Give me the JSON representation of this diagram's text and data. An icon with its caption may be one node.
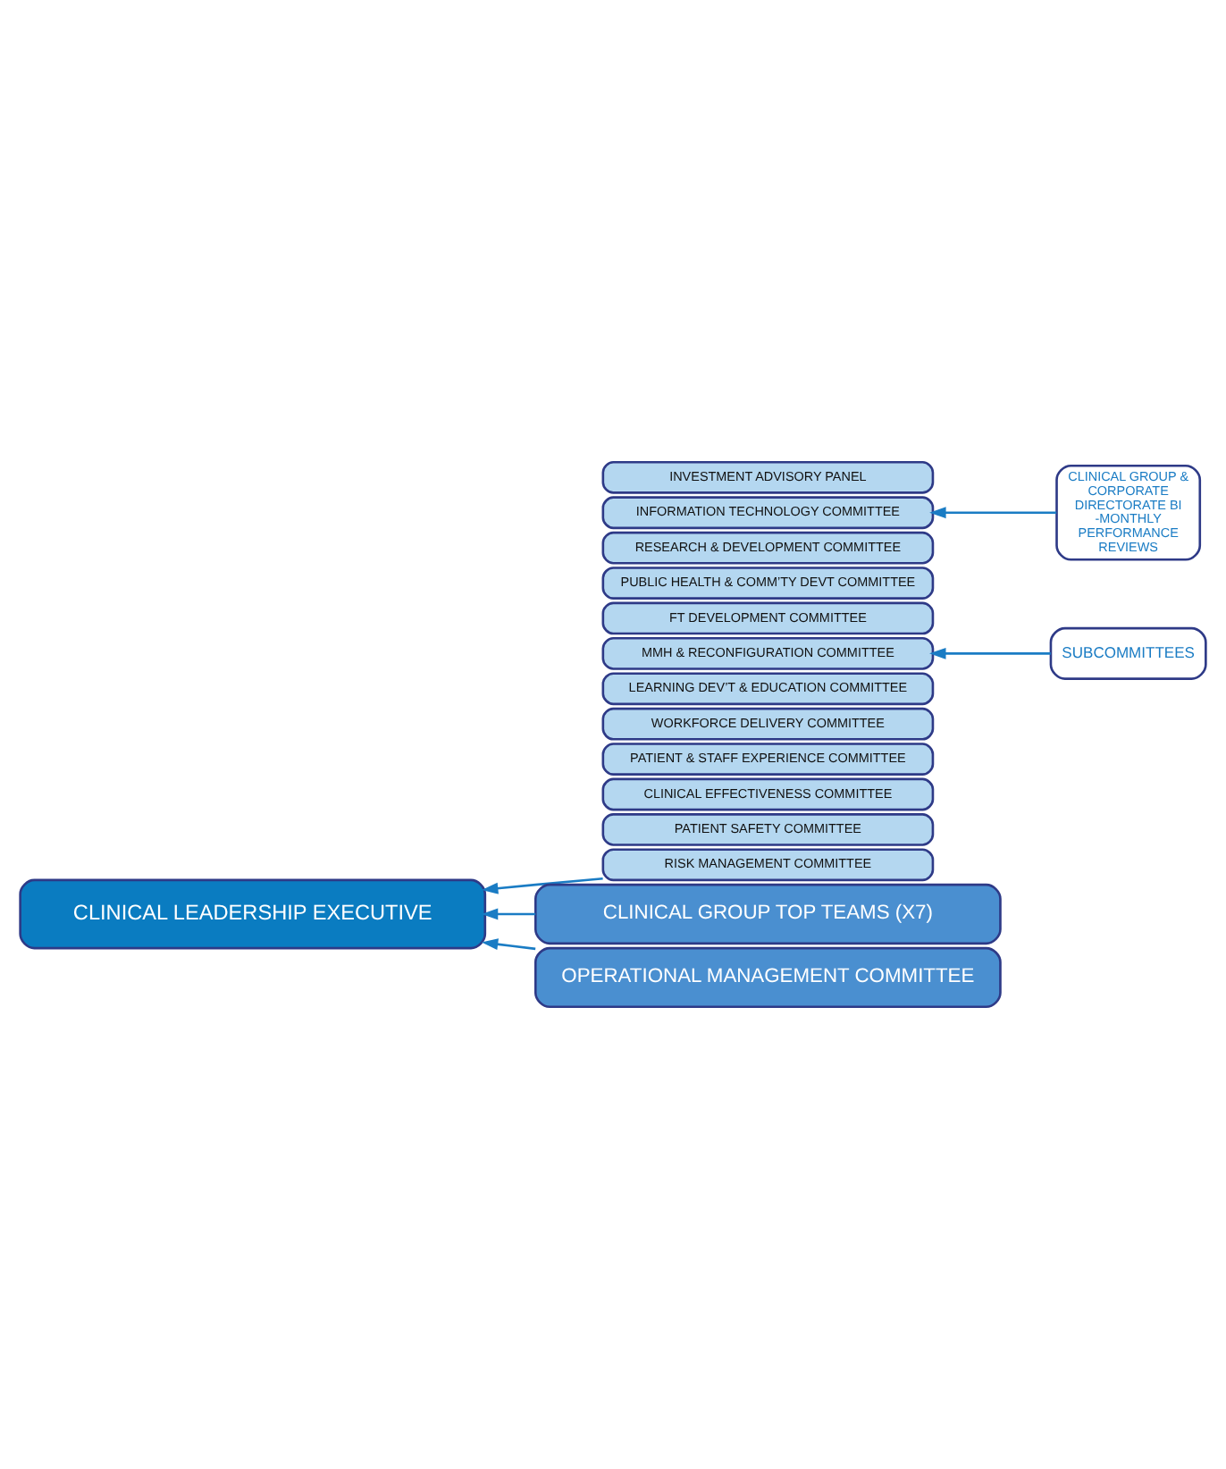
{
  "diagram": {
    "nodes": [
      {
        "text": [
          "CLINICAL LEADERSHIP EXECUTIVE"
        ]
      },
      {
        "text": [
          "RISK MANAGEMENT COMMITTEE"
        ]
      },
      {
        "text": [
          "PATIENT SAFETY COMMITTEE"
        ]
      },
      {
        "text": [
          "CLINICAL EFFECTIVENESS COMMITTEE"
        ]
      },
      {
        "text": [
          "PATIENT & STAFF EXPERIENCE COMMITTEE"
        ]
      },
      {
        "text": [
          "WORKFORCE DELIVERY COMMITTEE"
        ]
      },
      {
        "text": [
          "LEARNING DEV’T & EDUCATION COMMITTEE"
        ]
      },
      {
        "text": [
          "MMH & RECONFIGURATION COMMITTEE"
        ]
      },
      {
        "text": [
          "FT DEVELOPMENT COMMITTEE"
        ]
      },
      {
        "text": [
          "PUBLIC HEALTH & COMM’TY DEVT COMMITTEE"
        ]
      },
      {
        "text": [
          "RESEARCH & DEVELOPMENT COMMITTEE"
        ]
      },
      {
        "text": [
          "INFORMATION TECHNOLOGY COMMITTEE"
        ]
      },
      {
        "text": [
          "INVESTMENT ADVISORY PANEL"
        ]
      },
      {
        "text": [
          "SUBCOMMITTEES"
        ]
      },
      {
        "text": [
          "CLINICAL GROUP & CORPORATE DIRECTORATE BI -MONTHLY PERFORMANCE REVIEWS"
        ]
      },
      {
        "text": [
          "CLINICAL GROUP TOP TEAMS (X7)"
        ]
      },
      {
        "text": [
          "OPERATIONAL MANAGEMENT COMMITTEE"
        ]
      }
    ],
    "edges": [
      {
        "from": 1,
        "to": 0,
        "arrow": "to"
      },
      {
        "from": 13,
        "to": 7,
        "arrow": "to"
      },
      {
        "from": 14,
        "to": 11,
        "arrow": "to"
      },
      {
        "from": 15,
        "to": 0,
        "arrow": "to"
      },
      {
        "from": 16,
        "to": 0,
        "arrow": "to"
      }
    ]
  }
}
